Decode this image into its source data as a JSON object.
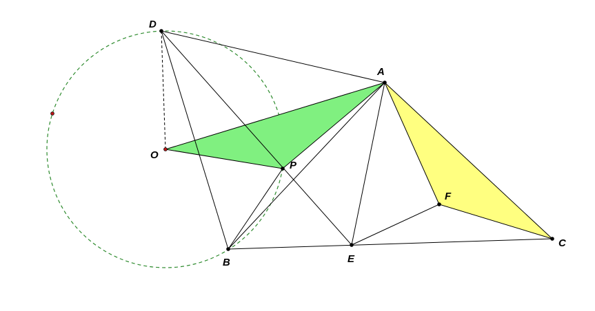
{
  "colors": {
    "background": "#ffffff",
    "line": "#000000",
    "circle": "#2e8b2e",
    "triangle_AOP_fill": "#80f080",
    "triangle_AFC_fill": "#ffff80",
    "point_default": "#000000",
    "point_center": "#c01818"
  },
  "labels": {
    "D": "D",
    "A": "A",
    "O": "O",
    "P": "P",
    "F": "F",
    "B": "B",
    "E": "E",
    "C": "C"
  }
}
